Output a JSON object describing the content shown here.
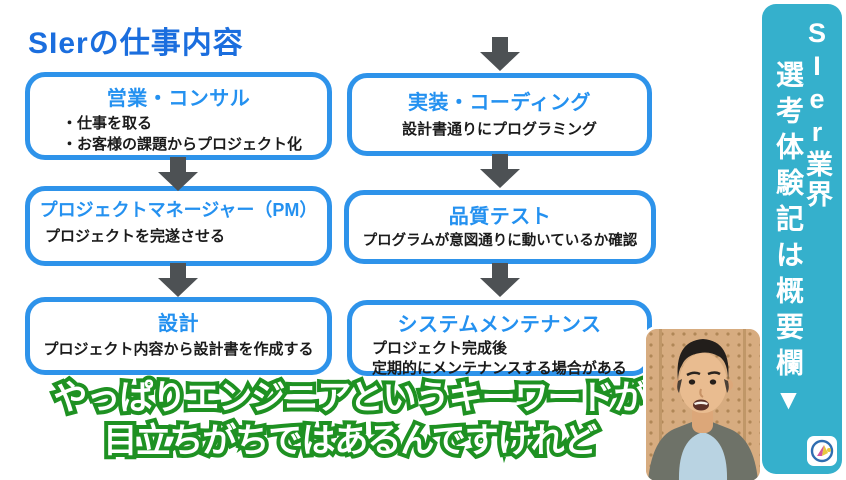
{
  "title": "SIerの仕事内容",
  "flow": {
    "left": [
      {
        "title": "営業・コンサル",
        "lines": [
          "・仕事を取る",
          "・お客様の課題からプロジェクト化"
        ]
      },
      {
        "title": "プロジェクトマネージャー（PM）",
        "lines": [
          "プロジェクトを完遂させる"
        ]
      },
      {
        "title": "設計",
        "lines": [
          "プロジェクト内容から設計書を作成する"
        ]
      }
    ],
    "right": [
      {
        "title": "実装・コーディング",
        "lines": [
          "設計書通りにプログラミング"
        ]
      },
      {
        "title": "品質テスト",
        "lines": [
          "プログラムが意図通りに動いているか確認"
        ]
      },
      {
        "title": "システムメンテナンス",
        "lines": [
          "プロジェクト完成後",
          "定期的にメンテナンスする場合がある"
        ]
      }
    ]
  },
  "caption": {
    "line1": "やっぱりエンジニアというキーワードが",
    "line2": "目立ちがちではあるんですけれど"
  },
  "sidebar": {
    "text_col1": "SIer業界",
    "text_col2": "選考体験記は概要欄▼"
  },
  "icons": {
    "flow_arrow": "down-arrow",
    "logo": "compass-logo",
    "photo": "presenter-portrait"
  },
  "colors": {
    "box_border_blue": "#2e93ea",
    "box_title_blue": "#2491f0",
    "page_title_blue": "#1b6ede",
    "arrow_gray": "#4d5154",
    "sidebar_teal": "#35b0cc",
    "caption_green": "#1e9122",
    "caption_fill": "#ffffff"
  }
}
